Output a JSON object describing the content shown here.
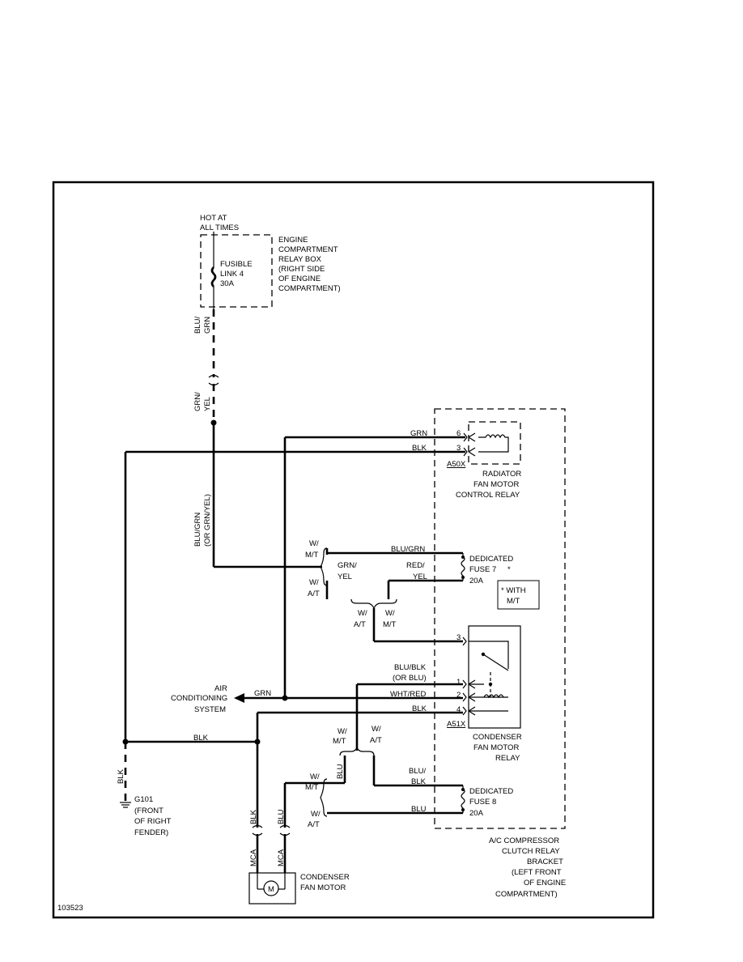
{
  "figure_id": "103523",
  "power": {
    "line1": "HOT AT",
    "line2": "ALL TIMES"
  },
  "relay_box": {
    "lines": [
      "ENGINE",
      "COMPARTMENT",
      "RELAY BOX",
      "(RIGHT SIDE",
      "OF ENGINE",
      "COMPARTMENT)"
    ],
    "fuse_lines": [
      "FUSIBLE",
      "LINK 4",
      "30A"
    ]
  },
  "wires": {
    "blu_grn_top": [
      "BLU/",
      "GRN"
    ],
    "grn_yel": [
      "GRN/",
      "YEL"
    ],
    "blu_grn_or": [
      "BLU/GRN",
      "(OR GRN/YEL)"
    ],
    "grn_a": "GRN",
    "blk_a": "BLK",
    "blu_grn_h": "BLU/GRN",
    "grn_yel_h": [
      "GRN/",
      "YEL"
    ],
    "red_yel": [
      "RED/",
      "YEL"
    ],
    "blu_blk": [
      "BLU/BLK",
      "(OR BLU)"
    ],
    "grn_b": "GRN",
    "wht_red": "WHT/RED",
    "blk_b": "BLK",
    "blk_c": "BLK",
    "blk_v": "BLK",
    "blu_v": "BLU",
    "blu_blk2": [
      "BLU/",
      "BLK"
    ],
    "blu_h": "BLU",
    "blk_motor": "BLK",
    "blu_motor": "BLU",
    "mca1": "MCA",
    "mca2": "MCA"
  },
  "options": {
    "wmt": [
      "W/",
      "M/T"
    ],
    "wat": [
      "W/",
      "A/T"
    ]
  },
  "radiator_relay": {
    "connector": "A50X",
    "pins": [
      "6",
      "3"
    ],
    "label": [
      "RADIATOR",
      "FAN MOTOR",
      "CONTROL RELAY"
    ]
  },
  "fuse7": {
    "label": [
      "DEDICATED",
      "FUSE 7",
      "20A"
    ],
    "mark": "*"
  },
  "note": [
    "* WITH",
    "M/T"
  ],
  "condenser_relay": {
    "connector": "A51X",
    "pins": [
      "3",
      "1",
      "2",
      "4"
    ],
    "label": [
      "CONDENSER",
      "FAN MOTOR",
      "RELAY"
    ]
  },
  "fuse8": {
    "label": [
      "DEDICATED",
      "FUSE 8",
      "20A"
    ]
  },
  "ac_system": [
    "AIR",
    "CONDITIONING",
    "SYSTEM"
  ],
  "ground": {
    "id": "G101",
    "lines": [
      "(FRONT",
      "OF RIGHT",
      "FENDER)"
    ]
  },
  "bracket": [
    "A/C COMPRESSOR",
    "CLUTCH RELAY",
    "BRACKET",
    "(LEFT FRONT",
    "OF ENGINE",
    "COMPARTMENT)"
  ],
  "motor": {
    "symbol": "M",
    "label": [
      "CONDENSER",
      "FAN MOTOR"
    ]
  }
}
